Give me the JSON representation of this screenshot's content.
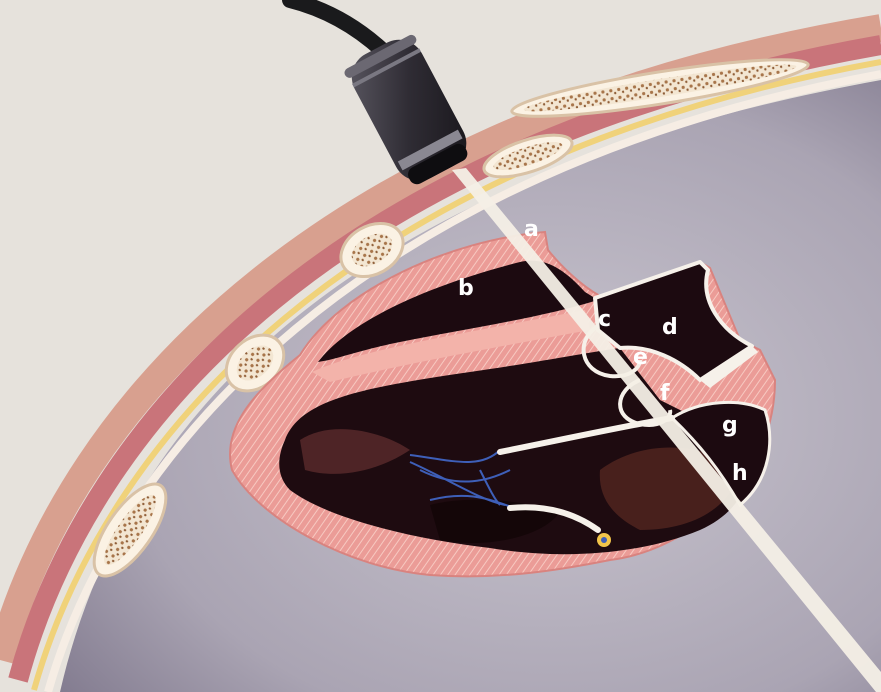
{
  "labels": {
    "a": "a",
    "b": "b",
    "c": "c",
    "d": "d",
    "e": "e",
    "f": "f",
    "g": "g",
    "h": "h"
  },
  "colors": {
    "background": "#e6e2dc",
    "cavity": "#b9b4c0",
    "muscle": "#e99a96",
    "chamber": "#1c0a10",
    "beam": "#f4efe6",
    "probe": "#3a3740",
    "valve_lines": "#3e5fb8"
  },
  "icons": {
    "probe": "ultrasound-transducer-icon"
  }
}
